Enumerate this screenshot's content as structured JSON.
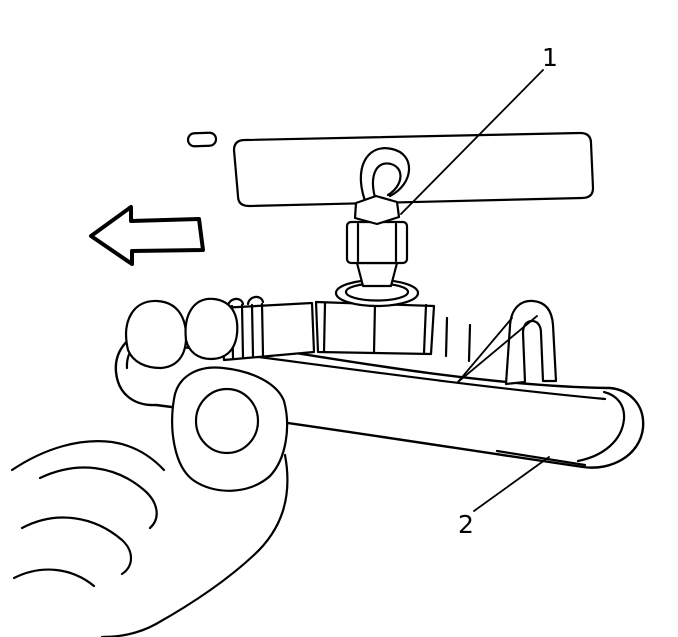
{
  "figure": {
    "kind": "service-manual-line-illustration",
    "background_color": "#ffffff",
    "line_color": "#000000",
    "callouts": [
      {
        "label": "1",
        "target": "bulb-socket"
      },
      {
        "label": "2",
        "target": "lamp-lens-housing"
      }
    ]
  }
}
